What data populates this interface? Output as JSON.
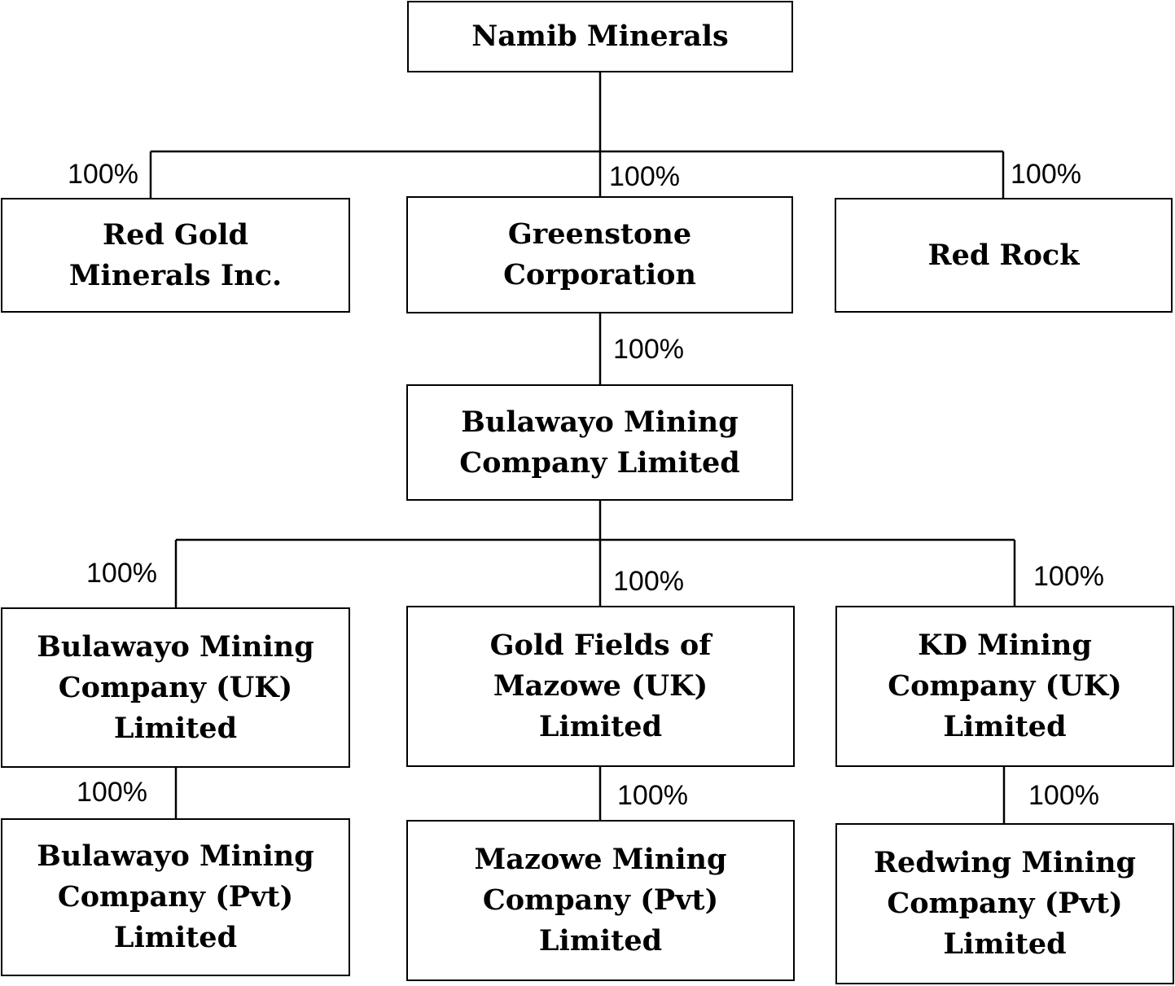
{
  "entities": {
    "namib": "Namib Minerals",
    "red_gold": "Red Gold\nMinerals Inc.",
    "greenstone": "Greenstone\nCorporation",
    "red_rock": "Red Rock",
    "bulawayo_mining": "Bulawayo Mining\nCompany Limited",
    "bulawayo_uk": "Bulawayo Mining\nCompany (UK)\nLimited",
    "gold_fields_uk": "Gold Fields of\nMazowe (UK)\nLimited",
    "kd_mining_uk": "KD Mining\nCompany (UK)\nLimited",
    "bulawayo_pvt": "Bulawayo Mining\nCompany (Pvt)\nLimited",
    "mazowe_pvt": "Mazowe Mining\nCompany (Pvt)\nLimited",
    "redwing_pvt": "Redwing Mining\nCompany (Pvt)\nLimited"
  },
  "ownership": {
    "red_gold": "100%",
    "greenstone": "100%",
    "red_rock": "100%",
    "bulawayo_mining": "100%",
    "bulawayo_uk": "100%",
    "gold_fields_uk": "100%",
    "kd_mining_uk": "100%",
    "bulawayo_pvt": "100%",
    "mazowe_pvt": "100%",
    "redwing_pvt": "100%"
  },
  "colors": {
    "line": "#000000",
    "box_border": "#000000",
    "background": "#ffffff"
  }
}
